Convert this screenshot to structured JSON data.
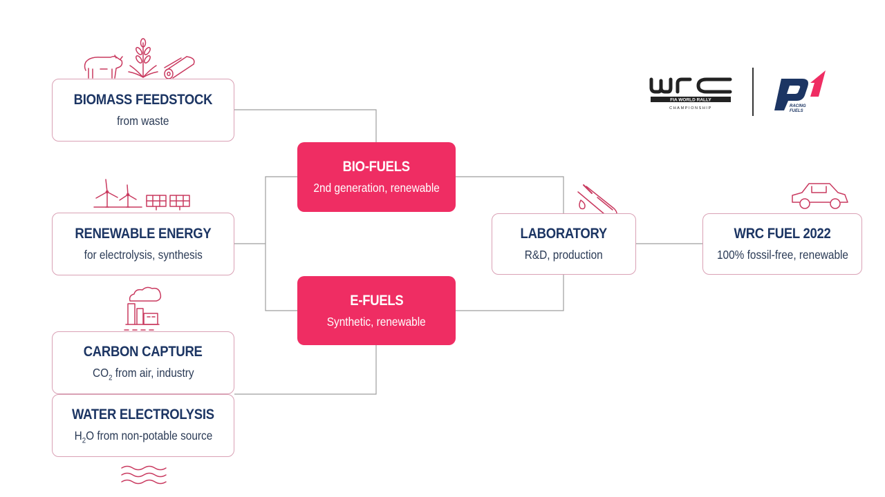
{
  "nodes": {
    "biomass": {
      "title": "BIOMASS FEEDSTOCK",
      "sub": "from waste"
    },
    "renewable": {
      "title": "RENEWABLE ENERGY",
      "sub": "for electrolysis, synthesis"
    },
    "carbon": {
      "title": "CARBON CAPTURE",
      "sub_pre": "CO",
      "sub_sub": "2",
      "sub_post": " from air, industry"
    },
    "water": {
      "title": "WATER ELECTROLYSIS",
      "sub_pre": "H",
      "sub_sub": "2",
      "sub_post": "O from non-potable source"
    },
    "biofuels": {
      "title": "BIO-FUELS",
      "sub": "2nd generation, renewable"
    },
    "efuels": {
      "title": "E-FUELS",
      "sub": "Synthetic, renewable"
    },
    "laboratory": {
      "title": "LABORATORY",
      "sub": "R&D, production"
    },
    "wrcfuel": {
      "title": "WRC FUEL 2022",
      "sub": "100% fossil-free, renewable"
    }
  },
  "logos": {
    "wrc": {
      "name": "wrc",
      "line1": "FIA WORLD RALLY",
      "line2": "CHAMPIONSHIP"
    },
    "p1": {
      "line1": "RACING",
      "line2": "FUELS"
    }
  },
  "icons": [
    "cow-icon",
    "wheat-icon",
    "logs-icon",
    "wind-turbine-icon",
    "solar-panel-icon",
    "factory-icon",
    "test-tube-icon",
    "car-icon",
    "water-waves-icon"
  ],
  "colors": {
    "accent": "#ef2d63",
    "border": "#d9a0b4",
    "title": "#1c3563",
    "connector": "#9e9e9e",
    "icon": "#c9395f"
  }
}
